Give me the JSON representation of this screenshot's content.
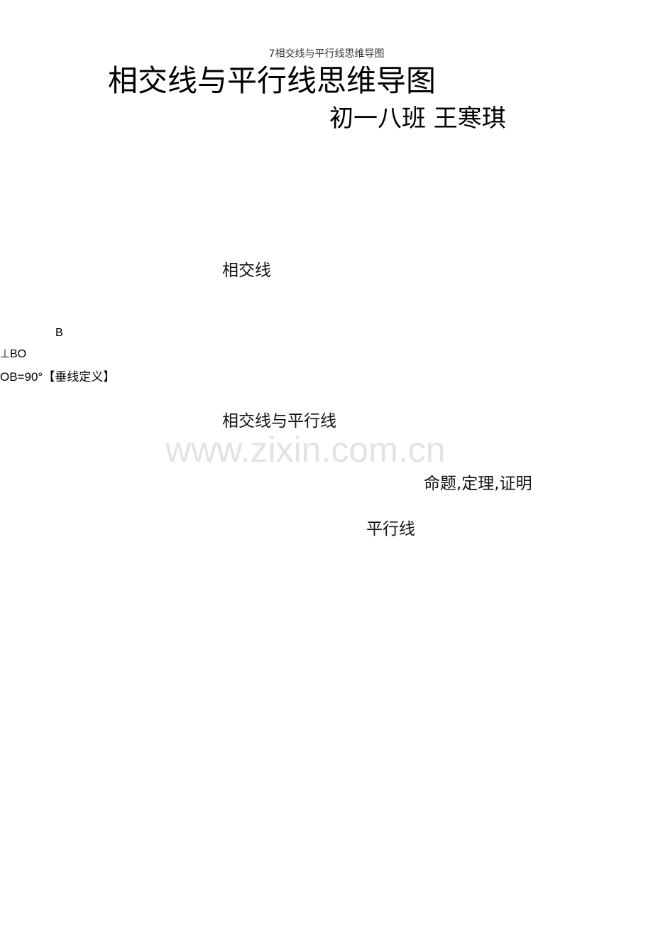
{
  "header": {
    "running_title": "7相交线与平行线思维导图"
  },
  "document": {
    "title": "相交线与平行线思维导图",
    "author_line": "初一八班  王寒琪"
  },
  "mindmap": {
    "nodes": [
      {
        "label": "相交线"
      },
      {
        "label": "相交线与平行线"
      },
      {
        "label": "命题,定理,证明"
      },
      {
        "label": "平行线"
      }
    ],
    "fragments": [
      {
        "text": "B"
      },
      {
        "text": "⊥BO"
      },
      {
        "text": "OB=90°【垂线定义】"
      }
    ]
  },
  "watermark": {
    "text": "www.zixin.com.cn",
    "color": "#e3e3e3"
  }
}
